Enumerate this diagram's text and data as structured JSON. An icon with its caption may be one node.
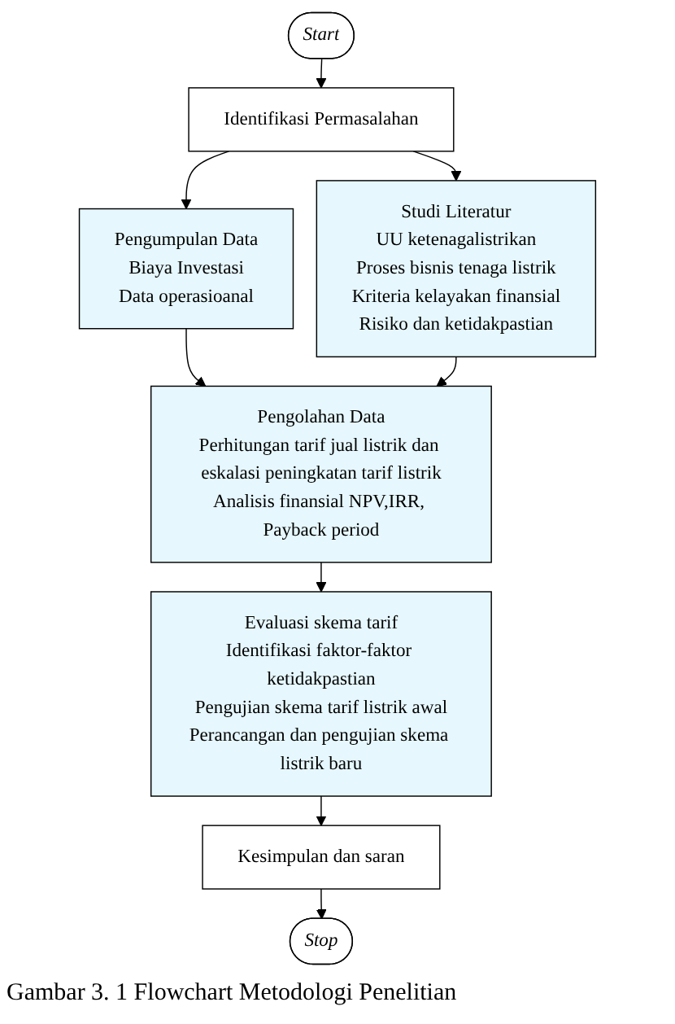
{
  "diagram": {
    "caption": "Gambar 3. 1 Flowchart Metodologi Penelitian",
    "nodes": [
      {
        "text": [
          "Start"
        ]
      },
      {
        "text": [
          "Identifikasi Permasalahan"
        ]
      },
      {
        "text": [
          "Pengumpulan Data",
          "Biaya Investasi",
          "Data operasioanal"
        ]
      },
      {
        "text": [
          "Studi Literatur",
          "UU ketenagalistrikan",
          "Proses bisnis tenaga listrik",
          "Kriteria kelayakan finansial",
          "Risiko dan ketidakpastian"
        ]
      },
      {
        "text": [
          "Pengolahan Data",
          "Perhitungan tarif jual listrik dan eskalasi peningkatan tarif listrik",
          "Analisis finansial NPV,IRR, Payback period"
        ]
      },
      {
        "text": [
          "Evaluasi skema tarif",
          "Identifikasi faktor-faktor ketidakpastian",
          "Pengujian skema tarif listrik awal",
          "Perancangan dan pengujian skema listrik baru"
        ]
      },
      {
        "text": [
          "Kesimpulan dan saran"
        ]
      },
      {
        "text": [
          "Stop"
        ]
      }
    ],
    "edges": [
      {
        "from": 0,
        "to": 1,
        "arrow": "to"
      },
      {
        "from": 1,
        "to": 2,
        "arrow": "to"
      },
      {
        "from": 1,
        "to": 3,
        "arrow": "to"
      },
      {
        "from": 2,
        "to": 4,
        "arrow": "to"
      },
      {
        "from": 3,
        "to": 4,
        "arrow": "to"
      },
      {
        "from": 4,
        "to": 5,
        "arrow": "to"
      },
      {
        "from": 5,
        "to": 6,
        "arrow": "to"
      },
      {
        "from": 6,
        "to": 7,
        "arrow": "to"
      }
    ]
  }
}
